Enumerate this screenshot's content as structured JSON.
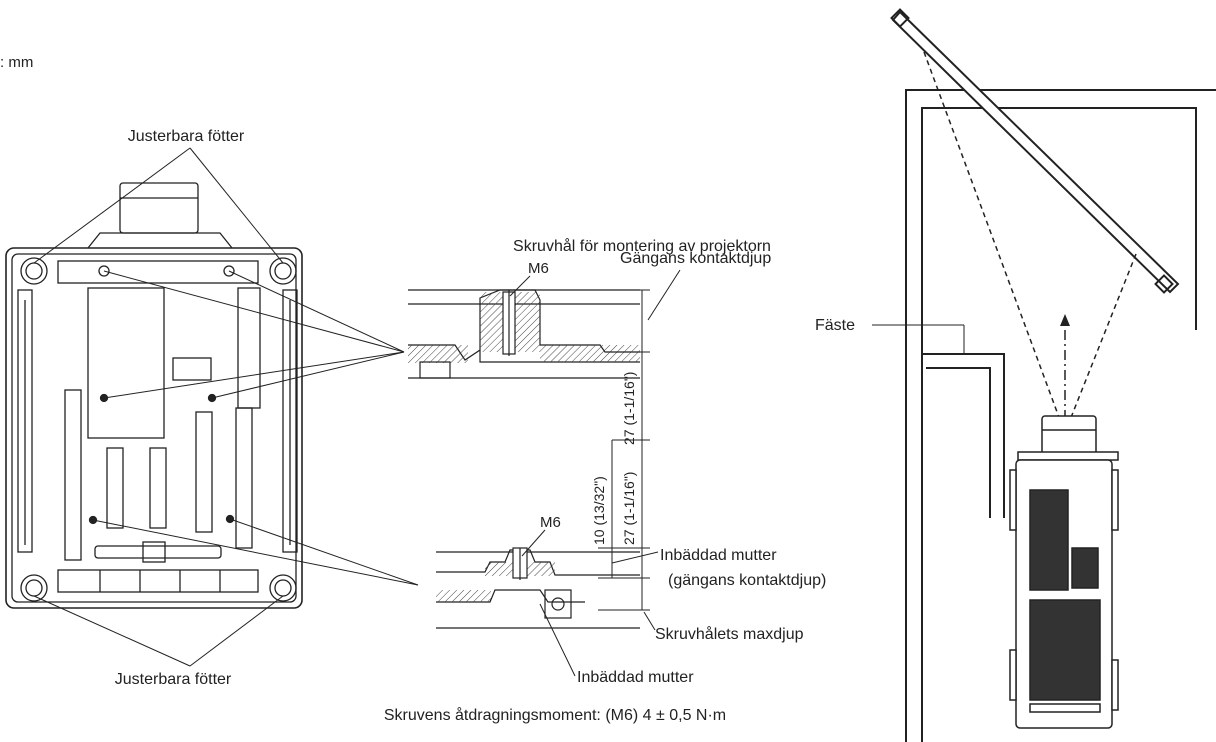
{
  "unit_label": ": mm",
  "adjustable_feet_top": "Justerbara fötter",
  "adjustable_feet_bottom": "Justerbara fötter",
  "screw_holes_title": "Skruvhål för montering av projektorn",
  "thread_contact_depth": "Gängans kontaktdjup",
  "m6_upper": "M6",
  "m6_lower": "M6",
  "dim_27_upper": "27 (1-1/16\")",
  "dim_27_lower": "27 (1-1/16\")",
  "dim_10": "10 (13/32\")",
  "embedded_nut_line1": "Inbäddad mutter",
  "embedded_nut_line2": "(gängans kontaktdjup)",
  "screw_hole_max_depth": "Skruvhålets maxdjup",
  "embedded_nut_bottom": "Inbäddad mutter",
  "torque": "Skruvens åtdragningsmoment: (M6) 4 ± 0,5 N·m",
  "bracket": "Fäste"
}
